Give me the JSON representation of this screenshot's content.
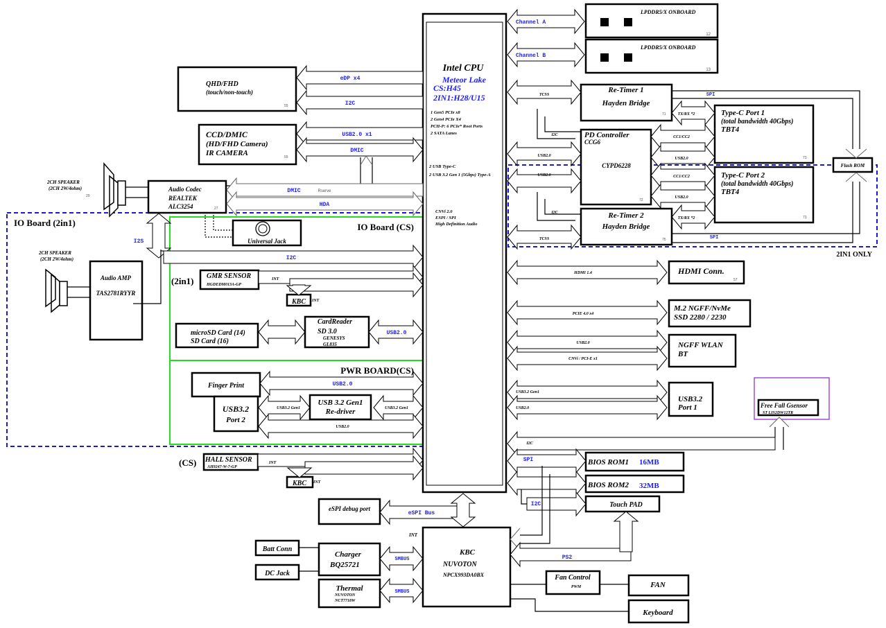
{
  "cpu": {
    "title": "Intel CPU",
    "sub": [
      "Meteor Lake",
      "CS:H45",
      "2IN1:H28/U15"
    ],
    "features": [
      "1 Gen5 PCIe x8",
      "2 Gen4 PCIe X4",
      "PCH-P: 6 PCIe* Root Ports",
      "2 SATA Lanes"
    ],
    "usb": [
      "2 USB Type-C",
      "2 USB 3.2 Gen 1 (5Gbps) Type-A"
    ],
    "misc": [
      "CNVi 2.0",
      "ESPI / SPI",
      "High Definition Audio"
    ]
  },
  "memory": [
    {
      "label": "LPDDR5/X  ONBOARD",
      "page": "12",
      "bus": "Channel A"
    },
    {
      "label": "LPDDR5/X  ONBOARD",
      "page": "13",
      "bus": "Channel B"
    }
  ],
  "display": {
    "lines": [
      "QHD/FHD",
      "(touch/non-touch)"
    ],
    "page": "55",
    "buses": [
      "eDP x4",
      "I2C"
    ]
  },
  "camera": {
    "lines": [
      "CCD/DMIC",
      "(HD/FHD Camera)",
      "IR CAMERA"
    ],
    "page": "55",
    "buses": [
      "USB2.0 x1",
      "DMIC"
    ]
  },
  "codec": {
    "title": "Audio Codec",
    "vendor": "REALTEK",
    "part": "ALC3254",
    "page": "27",
    "buses": [
      "DMIC",
      "Rserve",
      "HDA"
    ]
  },
  "speaker_top": {
    "lines": [
      "2CH SPEAKER",
      "(2CH 2W/4ohm)"
    ],
    "page": "29"
  },
  "io_board_2in1": {
    "label": "IO Board (2in1)"
  },
  "io_board_cs": {
    "label": "IO Board (CS)"
  },
  "universal_jack": {
    "label": "Universal Jack"
  },
  "speaker_io": {
    "lines": [
      "2CH SPEAKER",
      "(2CH 2W/4ohm)"
    ]
  },
  "amp": {
    "title": "Audio AMP",
    "part": "TAS2781RYYR",
    "i2s": "I2S",
    "i2c": "I2C"
  },
  "gmr": {
    "prefix": "(2in1)",
    "title": "GMR SENSOR",
    "part": "HGDEDM013A-GP",
    "int": "INT"
  },
  "kbc_small": {
    "label": "KBC",
    "int": "INT"
  },
  "sd": {
    "lines": [
      "microSD Card (14)",
      "SD Card (16)"
    ]
  },
  "cardreader": {
    "lines": [
      "CardReader",
      "SD 3.0"
    ],
    "vendor": "GENESYS",
    "part": "GL835",
    "bus": "USB2.0"
  },
  "pwr_board": {
    "label": "PWR BOARD(CS)"
  },
  "finger": {
    "label": "Finger Print",
    "bus": "USB2.0"
  },
  "usb_port2": {
    "lines": [
      "USB3.2",
      "Port 2"
    ],
    "bus_a": "USB3.2 Gen1",
    "bus_b": "USB3.2 Gen1",
    "bus_c": "USB2.0"
  },
  "redriver": {
    "lines": [
      "USB 3.2 Gen1",
      "Re-driver"
    ]
  },
  "hall": {
    "prefix": "(CS)",
    "title": "HALL SENSOR",
    "part": "AH9247-W-7-GP",
    "int": "INT"
  },
  "kbc_small2": {
    "label": "KBC",
    "int": "INT"
  },
  "espi": {
    "label": "eSPI debug  port",
    "bus": "eSPI Bus"
  },
  "batt": {
    "label": "Batt Conn"
  },
  "dcjack": {
    "label": "DC Jack"
  },
  "charger": {
    "title": "Charger",
    "part": "BQ25721",
    "bus": "SMBUS"
  },
  "thermal": {
    "title": "Thermal",
    "vendor": "NUVOTON",
    "part": "NCT7718W",
    "bus": "SMBUS"
  },
  "kbc": {
    "title": "KBC",
    "vendor": "NUVOTON",
    "part": "NPCX993DA0BX",
    "int": "INT"
  },
  "retimer1": {
    "title": "Re-Timer 1",
    "sub": "Hayden Bridge",
    "page": "71",
    "bus": "TCSS"
  },
  "retimer2": {
    "title": "Re-Timer 2",
    "sub": "Hayden Bridge",
    "page": "75",
    "bus": "TCSS"
  },
  "pd": {
    "title": "PD Controller",
    "sub": "CCG6",
    "part": "CYPD6228",
    "page": "72",
    "i2c": "I2C",
    "usb": "USB2.0"
  },
  "typec1": {
    "lines": [
      "Type-C Port 1",
      "(total bandwidth 40Gbps)",
      "TBT4"
    ],
    "page": "73",
    "buses": [
      "TX/RX *2",
      "CC1/CC2",
      "USB2.0"
    ]
  },
  "typec2": {
    "lines": [
      "Type-C Port 2",
      "(total bandwidth 40Gbps)",
      "TBT4"
    ],
    "page": "73",
    "buses": [
      "CC1/CC2",
      "USB2.0",
      "TX/RX *2"
    ]
  },
  "flashrom": {
    "label": "Flash ROM",
    "bus": "SPI"
  },
  "twoin1_only": {
    "label": "2IN1 ONLY"
  },
  "hdmi": {
    "label": "HDMI  Conn.",
    "page": "57",
    "bus": "HDMI 1.4"
  },
  "ssd": {
    "lines": [
      "M.2 NGFF/NvMe",
      "SSD 2280 / 2230"
    ],
    "bus": "PCIE 4.0 x4"
  },
  "wlan": {
    "lines": [
      "NGFF WLAN",
      "BT"
    ],
    "buses": [
      "USB2.0",
      "CNVi / PCI-E x1"
    ]
  },
  "usb_port1": {
    "lines": [
      "USB3.2",
      "Port 1"
    ],
    "buses": [
      "USB3.2 Gen1",
      "USB2.0"
    ]
  },
  "gsensor": {
    "title": "Free Fall Gsensor",
    "part": "ST LIS2DW12TR",
    "bus": "I2C"
  },
  "bios1": {
    "title": "BIOS ROM1",
    "size": "16MB",
    "bus": "SPI"
  },
  "bios2": {
    "title": "BIOS ROM2",
    "size": "32MB"
  },
  "touchpad": {
    "label": "Touch PAD",
    "bus": "I2C",
    "ps2": "PS2"
  },
  "fanctl": {
    "title": "Fan Control",
    "sub": "PWM"
  },
  "fan": {
    "label": "FAN"
  },
  "keyboard": {
    "label": "Keyboard"
  },
  "colors": {
    "bus_label": "#1a1aff",
    "io_2in1_border": "#1a1acc",
    "io_cs_border": "#22dd22",
    "gsensor_border": "#8822cc"
  }
}
